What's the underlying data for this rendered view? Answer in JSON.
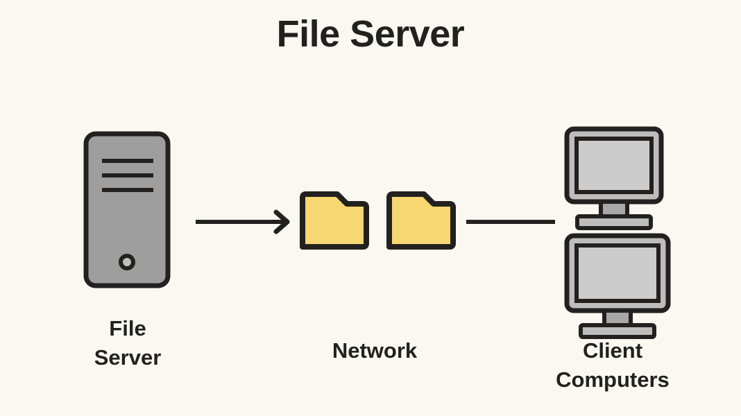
{
  "title": "File Server",
  "theme": {
    "background": "#FBF8F1",
    "outline": "#22211F",
    "text": "#22211F",
    "tower_body": "#9E9E9E",
    "tower_button_fill": "#BFBFBF",
    "folder_fill": "#F7D772",
    "monitor_bezel": "#BDBDBD",
    "monitor_screen": "#CCCCCC",
    "monitor_neck": "#A8A8A8",
    "monitor_base": "#BDBDBD"
  },
  "nodes": {
    "server": {
      "label": "File\nServer",
      "icon": "server-tower-icon",
      "drive_bays": 3
    },
    "network": {
      "label": "Network",
      "icon": "folder-icon",
      "folder_count": 2
    },
    "clients": {
      "label": "Client\nComputers",
      "icon": "monitor-icon",
      "monitor_count": 2
    }
  },
  "connectors": [
    {
      "name": "server-to-network-arrow",
      "type": "arrow",
      "from": "server",
      "to": "network"
    },
    {
      "name": "network-to-clients-line",
      "type": "line",
      "from": "network",
      "to": "clients"
    }
  ]
}
